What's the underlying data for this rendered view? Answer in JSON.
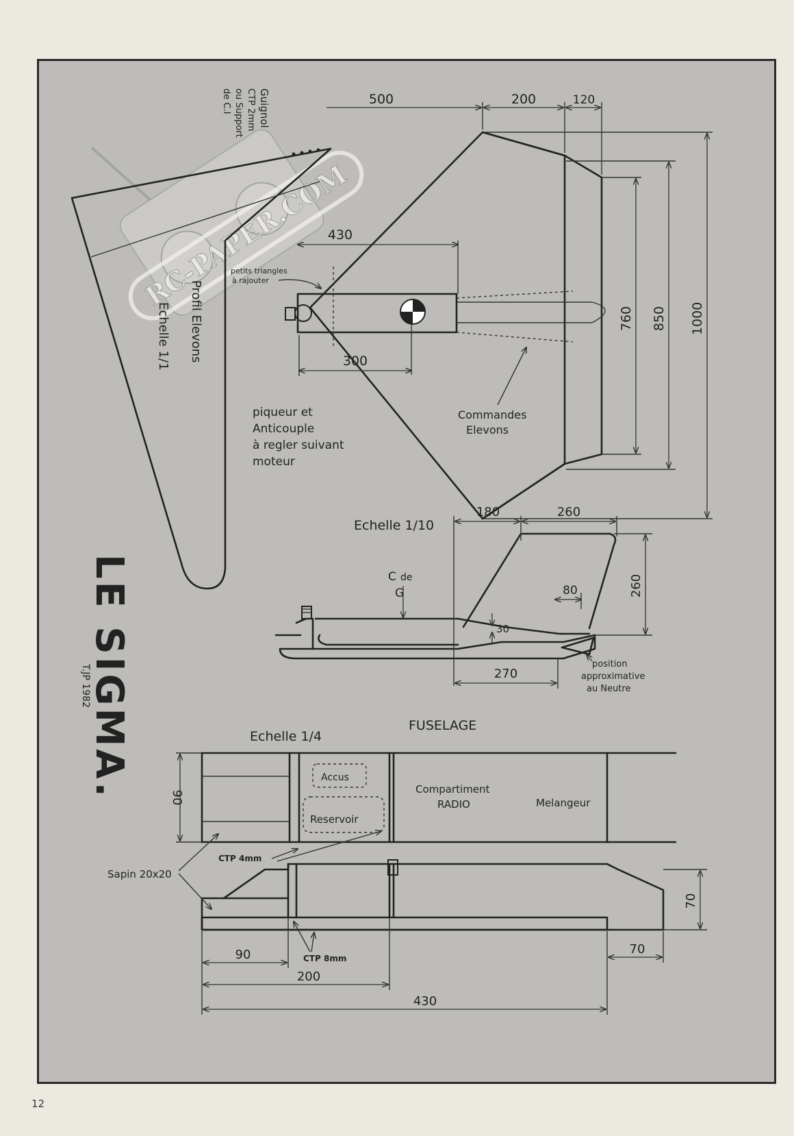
{
  "page_number": "12",
  "title": "LE SIGMA.",
  "author_note": "T.JP 1982",
  "watermark": "RC-PAPER.COM",
  "profile_panel": {
    "label_guignol": [
      "Guignol",
      "CTP 2mm",
      "ou Support",
      "de C.I"
    ],
    "label_profil": "Profil Elevons",
    "label_echelle": "Echelle 1/1"
  },
  "wing_view": {
    "dims_top": [
      "500",
      "200",
      "120"
    ],
    "dim_430": "430",
    "dim_300": "300",
    "dims_right": [
      "760",
      "850",
      "1000"
    ],
    "note_triangles": [
      "petits triangles",
      "à rajouter"
    ],
    "note_piqueur": [
      "piqueur et",
      "Anticouple",
      "à regler suivant",
      "moteur"
    ],
    "note_commandes": [
      "Commandes",
      "Elevons"
    ],
    "scale": "Echelle 1/10"
  },
  "fin_view": {
    "dims_top": [
      "180",
      "260"
    ],
    "dim_height": "260",
    "dim_80": "80",
    "dim_30": "30",
    "dim_270": "270",
    "cg_label": [
      "C",
      "de",
      "G"
    ],
    "note_position": [
      "position",
      "approximative",
      "au Neutre"
    ]
  },
  "fuselage": {
    "title": "FUSELAGE",
    "scale": "Echelle 1/4",
    "accus": "Accus",
    "reservoir": "Reservoir",
    "compartiment": [
      "Compartiment",
      "RADIO"
    ],
    "melangeur": "Melangeur",
    "dim_90_top": "90",
    "ctp4": "CTP 4mm",
    "sapin": "Sapin 20x20",
    "dim_70_right": "70",
    "ctp8": "CTP 8mm",
    "dims_bottom": [
      "90",
      "70",
      "200",
      "430"
    ]
  }
}
